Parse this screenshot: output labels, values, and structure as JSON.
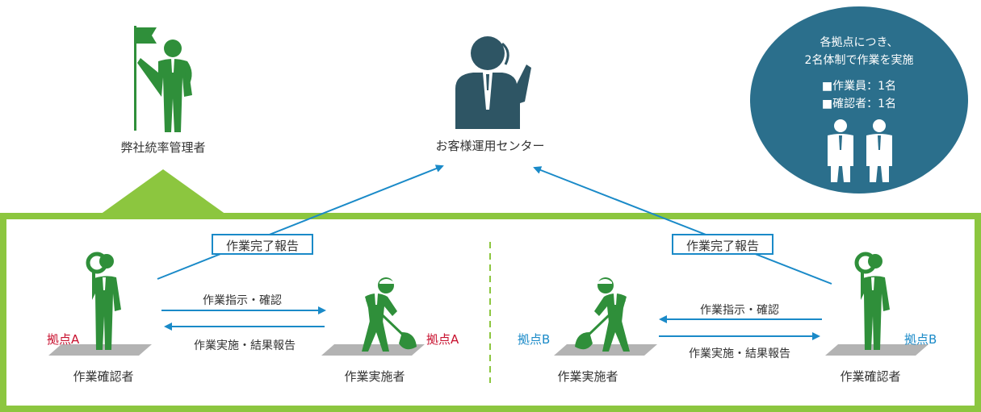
{
  "colors": {
    "green": "#2f8f3a",
    "lime": "#8cc63f",
    "teal": "#2e5564",
    "blue": "#1a8ac8",
    "circle": "#2b6f8c",
    "red": "#c8102e"
  },
  "top": {
    "manager_label": "弊社統率管理者",
    "center_label": "お客様運用センター"
  },
  "info_circle": {
    "line1": "各拠点につき、",
    "line2": "2名体制で作業を実施",
    "item1": "■作業員：1名",
    "item2": "■確認者：1名"
  },
  "site_a": {
    "badge_left": "拠点A",
    "badge_right": "拠点A",
    "report_label": "作業完了報告",
    "arrow_right_label": "作業指示・確認",
    "arrow_left_label": "作業実施・結果報告",
    "checker_label": "作業確認者",
    "worker_label": "作業実施者"
  },
  "site_b": {
    "badge_left": "拠点B",
    "badge_right": "拠点B",
    "report_label": "作業完了報告",
    "arrow_left_label": "作業指示・確認",
    "arrow_right_label": "作業実施・結果報告",
    "worker_label": "作業実施者",
    "checker_label": "作業確認者"
  }
}
